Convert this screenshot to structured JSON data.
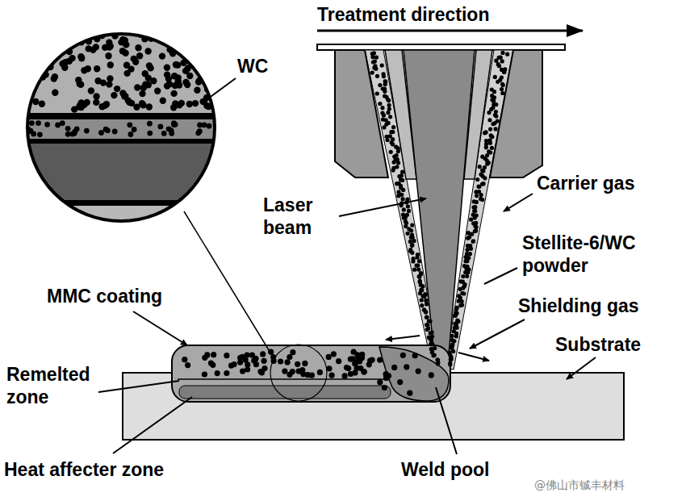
{
  "diagram": {
    "labels": [
      "Treatment direction",
      "WC",
      "Laser beam",
      "Carrier gas",
      "Stellite-6/WC powder",
      "Shielding gas",
      "Substrate",
      "MMC coating",
      "Remelted zone",
      "Heat affecter zone",
      "Weld pool",
      "@佛山市铖丰材料"
    ]
  }
}
